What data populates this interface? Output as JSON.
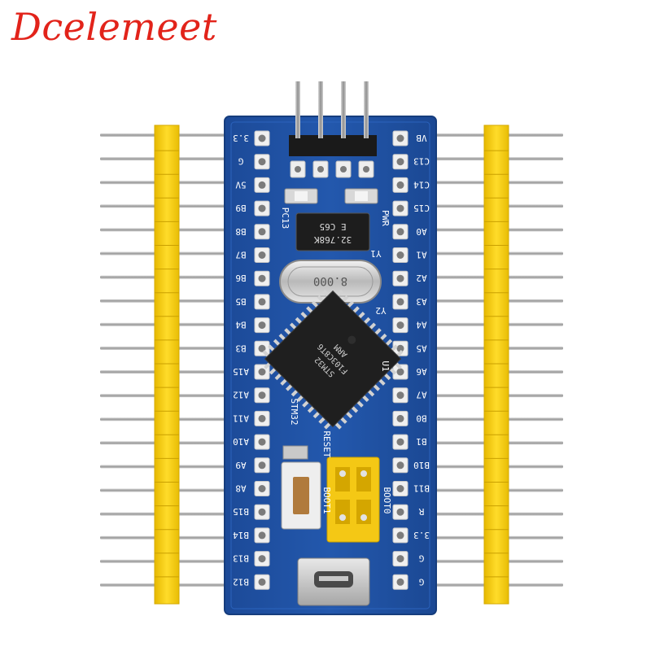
{
  "brand": {
    "name": "Dcelemeet",
    "color": "#e2231a"
  },
  "header_strip": {
    "pin_count": 20
  },
  "board": {
    "color": "#1f4fa0",
    "pins_per_side": 20,
    "top_header_pins": 4,
    "left_labels": [
      "3.3",
      "G",
      "5V",
      "B9",
      "B8",
      "B7",
      "B6",
      "B5",
      "B4",
      "B3",
      "A15",
      "A12",
      "A11",
      "A10",
      "A9",
      "A8",
      "B15",
      "B14",
      "B13",
      "B12"
    ],
    "right_labels": [
      "VB",
      "C13",
      "C14",
      "C15",
      "A0",
      "A1",
      "A2",
      "A3",
      "A4",
      "A5",
      "A6",
      "A7",
      "B0",
      "B1",
      "B10",
      "B11",
      "R",
      "3.3",
      "G",
      "G"
    ],
    "crystal_small": {
      "line1": "E C65",
      "line2": "32.768K"
    },
    "crystal_large": {
      "label": "8.000"
    },
    "mcu": {
      "line1": "STM32",
      "line2": "F103C8T6",
      "line3": "ARM"
    },
    "silkscreen": {
      "pc13": "PC13",
      "pwr": "PWR",
      "y1": "Y1",
      "y2": "Y2",
      "u1": "U1",
      "stm32": "STM32",
      "reset": "RESET",
      "boot1": "BOOT1",
      "boot0": "BOOT0"
    }
  },
  "colors": {
    "header_yellow": "#f3cf1c",
    "pin_gray": "#a9a9a9"
  }
}
